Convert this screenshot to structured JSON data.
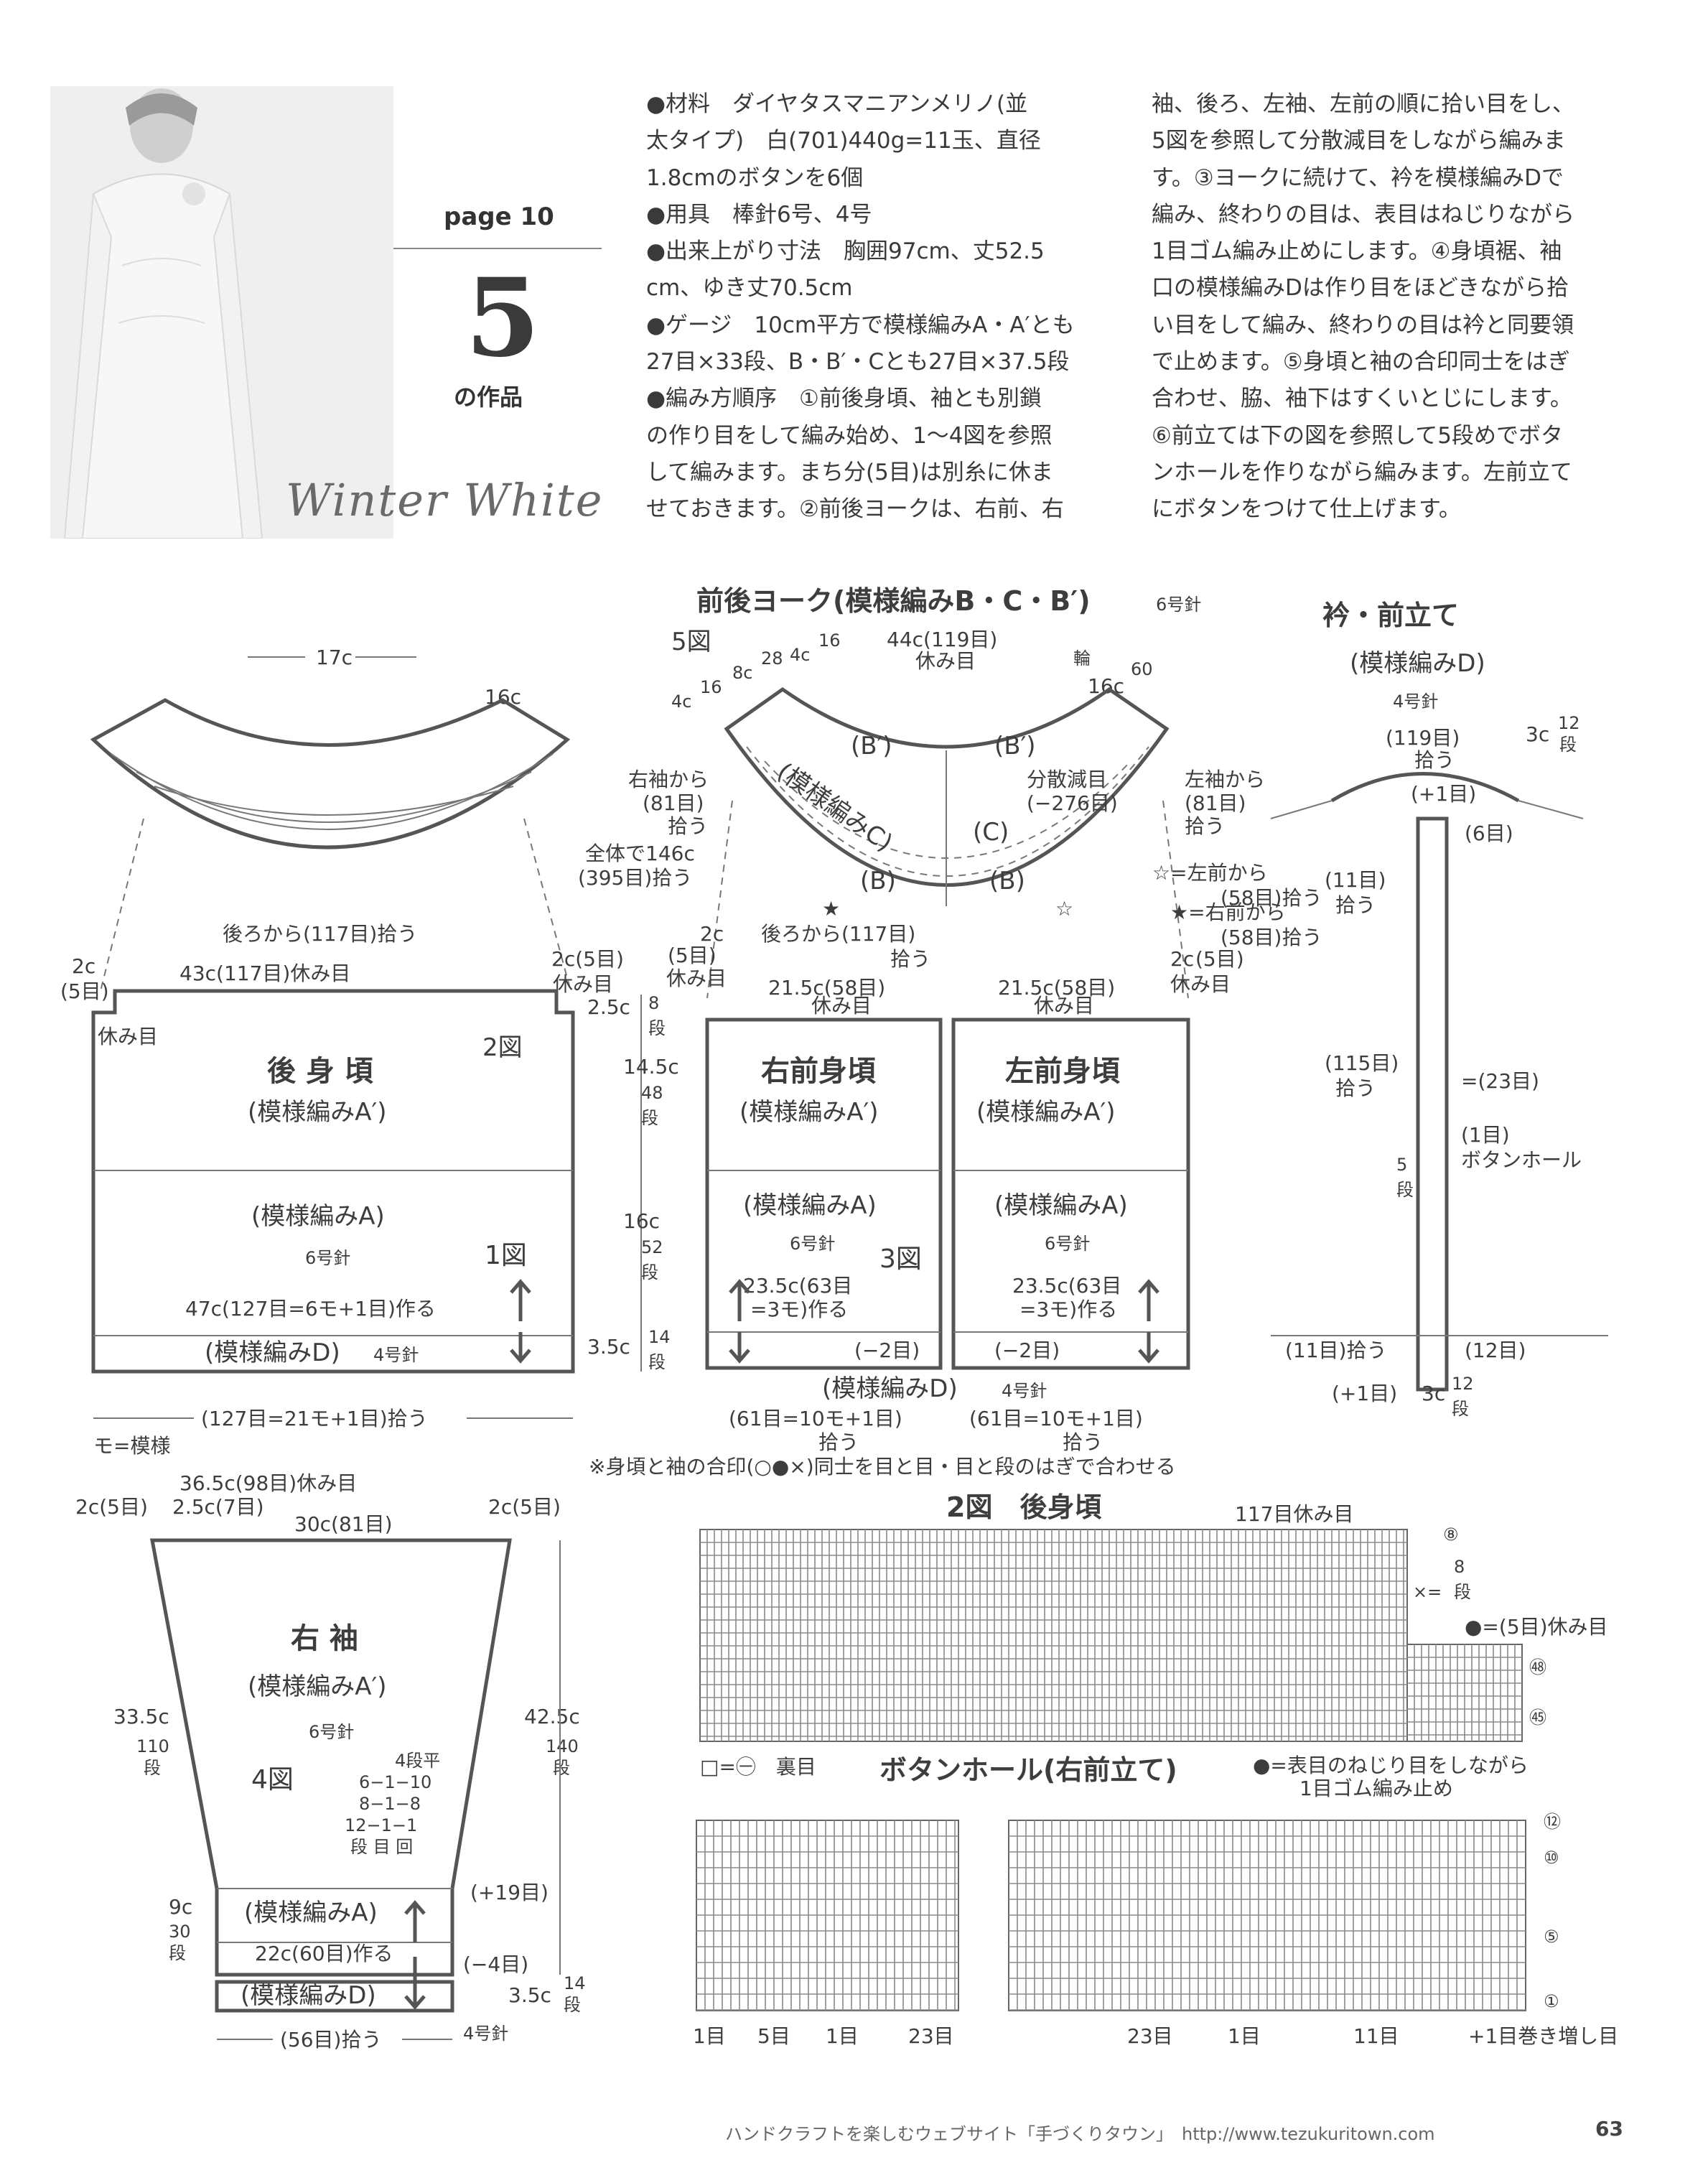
{
  "header": {
    "page_ref": "page 10",
    "number": "5",
    "work_label": "の作品",
    "script_title": "Winter White"
  },
  "instructions": {
    "col1": [
      "●材料　ダイヤタスマニアンメリノ(並",
      "太タイプ)　白(701)440g=11玉、直径",
      "1.8cmのボタンを6個",
      "●用具　棒針6号、4号",
      "●出来上がり寸法　胸囲97cm、丈52.5",
      "cm、ゆき丈70.5cm",
      "●ゲージ　10cm平方で模様編みA・A′とも",
      "27目×33段、B・B′・Cとも27目×37.5段",
      "●編み方順序　①前後身頃、袖とも別鎖",
      "の作り目をして編み始め、1〜4図を参照",
      "して編みます。まち分(5目)は別糸に休ま",
      "せておきます。②前後ヨークは、右前、右"
    ],
    "col2": [
      "袖、後ろ、左袖、左前の順に拾い目をし、",
      "5図を参照して分散減目をしながら編みま",
      "す。③ヨークに続けて、衿を模様編みDで",
      "編み、終わりの目は、表目はねじりながら",
      "1目ゴム編み止めにします。④身頃裾、袖",
      "口の模様編みDは作り目をほどきながら拾",
      "い目をして編み、終わりの目は衿と同要領",
      "で止めます。⑤身頃と袖の合印同士をはぎ",
      "合わせ、脇、袖下はすくいとじにします。",
      "⑥前立ては下の図を参照して5段めでボタ",
      "ンホールを作りながら編みます。左前立て",
      "にボタンをつけて仕上げます。"
    ]
  },
  "yoke": {
    "title": "前後ヨーク(模様編みB・C・B′)",
    "needle": "6号針",
    "fig": "5図",
    "top_width": "17c",
    "side_width": "16c",
    "pick_back": "後ろから(117目)拾う",
    "center_top": "44c(119目)",
    "center_top2": "休み目",
    "ring": "輪",
    "pattern_c": "(模様編みC)",
    "b_prime": "(B′)",
    "c": "(C)",
    "b": "(B)",
    "decrease": "分散減目",
    "decrease2": "(−276目)",
    "right_sleeve": "右袖から",
    "left_sleeve": "左袖から",
    "pick81": "(81目)",
    "pick": "拾う",
    "total": "全体で146c",
    "total2": "(395目)拾う",
    "from_back": "後ろから(117目)",
    "left_front": "☆=左前から",
    "left_front2": "(58目)拾う",
    "right_front": "★=右前から",
    "right_front2": "(58目)拾う",
    "r1": "4c",
    "r1b": "16",
    "r2": "8c",
    "r2b": "28",
    "r3": "4c",
    "r3b": "16",
    "r4": "16c",
    "r4b": "60",
    "dan": "段"
  },
  "collar": {
    "title": "衿・前立て",
    "sub": "(模様編みD)",
    "needle": "4号針",
    "top": "(119目)",
    "top2": "拾う",
    "plus1": "(+1目)",
    "six": "(6目)",
    "eleven": "(11目)",
    "eleven2": "拾う",
    "c115": "(115目)",
    "c115b": "拾う",
    "eq23": "=(23目)",
    "one": "(1目)",
    "buttonhole": "ボタンホール",
    "five": "5",
    "dan": "段",
    "pick11": "(11目)拾う",
    "twelve": "(12目)",
    "plus1b": "(+1目)",
    "c3": "3c",
    "r12": "12",
    "c3top": "3c"
  },
  "back": {
    "title": "後 身 頃",
    "pattern_a_prime": "(模様編みA′)",
    "pattern_a": "(模様編みA)",
    "needle6": "6号針",
    "fig1": "1図",
    "fig2": "2図",
    "rest": "休み目",
    "top": "43c(117目)休み目",
    "cast_on": "47c(127目=6モ+1目)作る",
    "pattern_d": "(模様編みD)",
    "needle4": "4号針",
    "pick": "(127目=21モ+1目)拾う",
    "mo": "モ=模様",
    "c2": "2c",
    "c2b": "(5目)",
    "c2r": "2c(5目)",
    "c2r2": "休み目"
  },
  "heights": {
    "h1": "2.5c",
    "h1b": "8",
    "h2": "14.5c",
    "h2b": "48",
    "h3": "16c",
    "h3b": "52",
    "h4": "3.5c",
    "h4b": "14",
    "dan": "段"
  },
  "fronts": {
    "right_title": "右前身頃",
    "left_title": "左前身頃",
    "pattern_a_prime": "(模様編みA′)",
    "pattern_a": "(模様編みA)",
    "needle6": "6号針",
    "fig3": "3図",
    "top": "21.5c(58目)",
    "top2": "休み目",
    "cast_on": "23.5c(63目",
    "cast_on2": "=3モ)作る",
    "minus2": "(−2目)",
    "pattern_d": "(模様編みD)",
    "needle4": "4号針",
    "pick": "(61目=10モ+1目)",
    "pick2": "拾う",
    "c2": "2c",
    "c2b": "(5目)",
    "c2c": "休み目",
    "note": "※身頃と袖の合印(○●×)同士を目と目・目と段のはぎで合わせる"
  },
  "sleeve": {
    "title": "右 袖",
    "pattern_a_prime": "(模様編みA′)",
    "needle6": "6号針",
    "fig4": "4図",
    "top": "36.5c(98目)休み目",
    "left_top": "2c(5目)",
    "mid_top": "2.5c(7目)",
    "width": "30c(81目)",
    "right_top": "2c(5目)",
    "left_h": "33.5c",
    "left_h2": "110",
    "right_h": "42.5c",
    "right_h2": "140",
    "dan": "段",
    "inc": [
      "4段平",
      "6−1−10",
      "8−1−8",
      "12−1−1",
      "段 目 回"
    ],
    "pattern_a": "(模様編みA)",
    "plus19": "(+19目)",
    "c9": "9c",
    "r30": "30",
    "cast_on": "22c(60目)作る",
    "minus4": "(−4目)",
    "pattern_d": "(模様編みD)",
    "c35": "3.5c",
    "r14": "14",
    "pick": "(56目)拾う",
    "needle4": "4号針"
  },
  "chart2": {
    "title": "2図　後身頃",
    "rest117": "117目休み目",
    "r8": "⑧",
    "eq8": "8",
    "x": "×=",
    "dan": "段",
    "rest5": "●=(5目)休み目",
    "r48": "㊽",
    "r45": "㊺",
    "legend": "□=㊀　裏目"
  },
  "buttonhole": {
    "title": "ボタンホール(右前立て)",
    "note": "●=表目のねじり目をしながら",
    "note2": "1目ゴム編み止め",
    "r12": "⑫",
    "r10": "⑩",
    "r5": "⑤",
    "r1": "①",
    "b1": "1目",
    "b5": "5目",
    "b1b": "1目",
    "b23": "23目",
    "b23b": "23目",
    "b1c": "1目",
    "b11": "11目",
    "plus": "+1目巻き増し目"
  },
  "footer": {
    "site": "ハンドクラフトを楽しむウェブサイト「手づくりタウン」　http://www.tezukuritown.com",
    "page": "63"
  }
}
